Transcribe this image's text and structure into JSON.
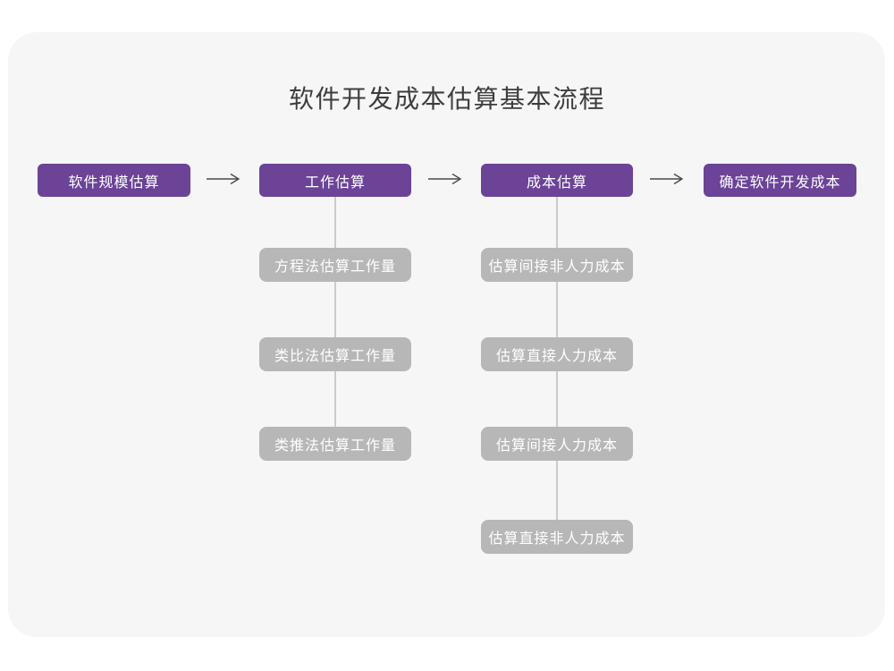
{
  "title": "软件开发成本估算基本流程",
  "colors": {
    "card_background": "#f6f6f6",
    "stage_purple": "#6b4397",
    "substep_gray": "#b7b7b7",
    "connector": "#cbcbcb",
    "arrow": "#4a4a4a",
    "title_text": "#3d3d3d"
  },
  "stages": [
    {
      "label": "软件规模估算",
      "substeps": []
    },
    {
      "label": "工作估算",
      "substeps": [
        "方程法估算工作量",
        "类比法估算工作量",
        "类推法估算工作量"
      ]
    },
    {
      "label": "成本估算",
      "substeps": [
        "估算间接非人力成本",
        "估算直接人力成本",
        "估算间接人力成本",
        "估算直接非人力成本"
      ]
    },
    {
      "label": "确定软件开发成本",
      "substeps": []
    }
  ],
  "arrow_glyph": "→"
}
